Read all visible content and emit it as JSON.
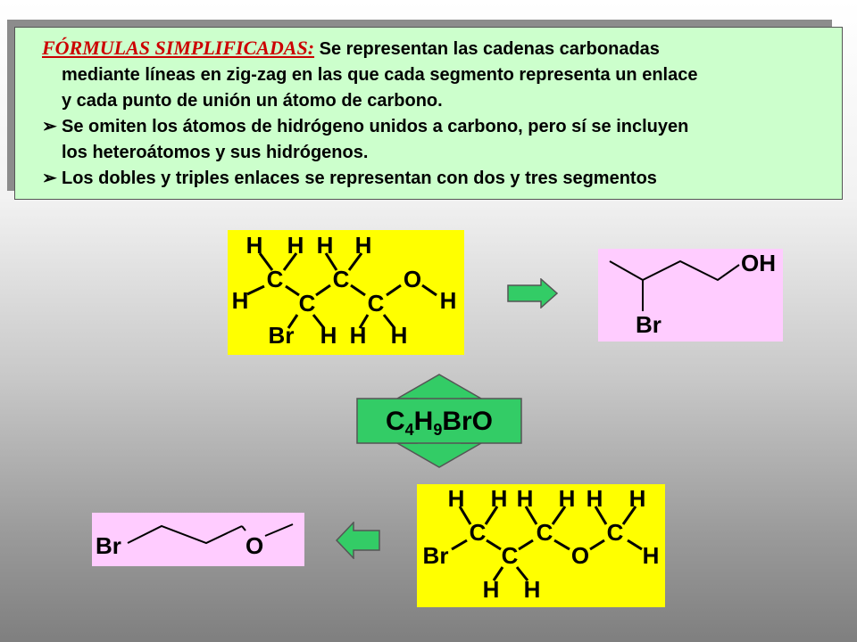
{
  "text_block": {
    "heading": "FÓRMULAS SIMPLIFICADAS:",
    "para1_first": " Se representan las cadenas carbonadas",
    "para1_line2": "mediante líneas en zig-zag en las que cada segmento representa un enlace",
    "para1_line3": "y cada punto de unión un átomo de carbono.",
    "bullet_symbol": "➢",
    "bullet2_line1": "Se omiten los átomos de hidrógeno unidos a carbono, pero sí se incluyen",
    "bullet2_line2": "los heteroátomos y sus hidrógenos.",
    "bullet3_line1": "Los dobles y triples enlaces se representan con dos y tres segmentos"
  },
  "formula_center": {
    "c": "C",
    "c_sub": "4",
    "h": "H",
    "h_sub": "9",
    "rest": "BrO"
  },
  "atoms": {
    "H": "H",
    "C": "C",
    "O": "O",
    "Br": "Br",
    "OH": "OH"
  },
  "colors": {
    "yellow_panel": "#ffff00",
    "pink_panel": "#ffccff",
    "green_arrow": "#33cc66",
    "text_box_bg": "#ccffcc",
    "heading_red": "#cc0000"
  }
}
